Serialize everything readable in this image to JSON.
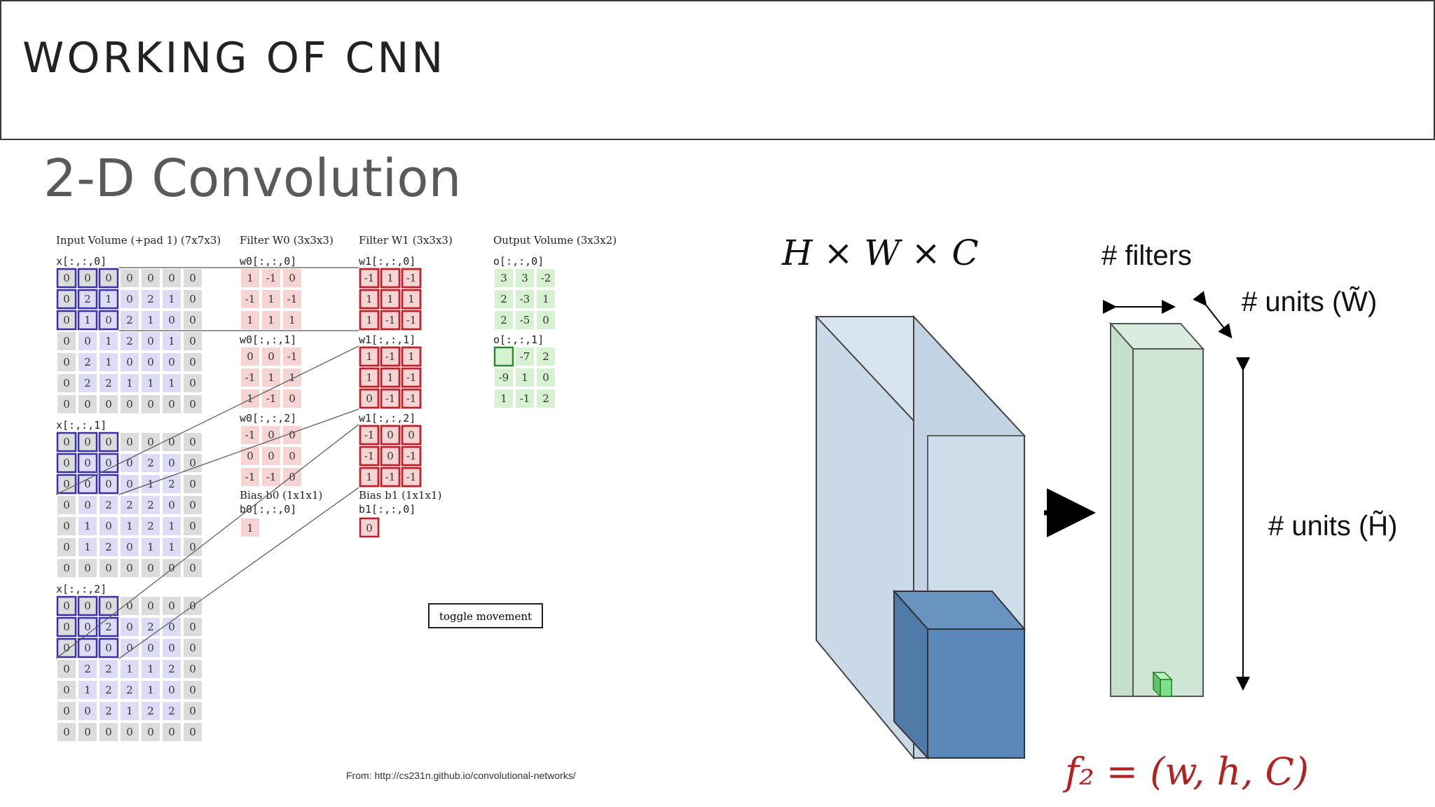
{
  "slide": {
    "title": "WORKING OF CNN",
    "subtitle": "2-D Convolution"
  },
  "demo": {
    "input_label": "Input Volume (+pad 1) (7x7x3)",
    "input_slices": [
      {
        "label": "x[:,:,0]",
        "rows": [
          [
            0,
            0,
            0,
            0,
            0,
            0,
            0
          ],
          [
            0,
            2,
            1,
            0,
            2,
            1,
            0
          ],
          [
            0,
            1,
            0,
            2,
            1,
            0,
            0
          ],
          [
            0,
            0,
            1,
            2,
            0,
            1,
            0
          ],
          [
            0,
            2,
            1,
            0,
            0,
            0,
            0
          ],
          [
            0,
            2,
            2,
            1,
            1,
            1,
            0
          ],
          [
            0,
            0,
            0,
            0,
            0,
            0,
            0
          ]
        ]
      },
      {
        "label": "x[:,:,1]",
        "rows": [
          [
            0,
            0,
            0,
            0,
            0,
            0,
            0
          ],
          [
            0,
            0,
            0,
            0,
            2,
            0,
            0
          ],
          [
            0,
            0,
            0,
            0,
            1,
            2,
            0
          ],
          [
            0,
            0,
            2,
            2,
            2,
            0,
            0
          ],
          [
            0,
            1,
            0,
            1,
            2,
            1,
            0
          ],
          [
            0,
            1,
            2,
            0,
            1,
            1,
            0
          ],
          [
            0,
            0,
            0,
            0,
            0,
            0,
            0
          ]
        ]
      },
      {
        "label": "x[:,:,2]",
        "rows": [
          [
            0,
            0,
            0,
            0,
            0,
            0,
            0
          ],
          [
            0,
            0,
            2,
            0,
            2,
            0,
            0
          ],
          [
            0,
            0,
            0,
            0,
            0,
            0,
            0
          ],
          [
            0,
            2,
            2,
            1,
            1,
            2,
            0
          ],
          [
            0,
            1,
            2,
            2,
            1,
            0,
            0
          ],
          [
            0,
            0,
            2,
            1,
            2,
            2,
            0
          ],
          [
            0,
            0,
            0,
            0,
            0,
            0,
            0
          ]
        ]
      }
    ],
    "filter_w0_label": "Filter W0 (3x3x3)",
    "filter_w0": [
      {
        "label": "w0[:,:,0]",
        "rows": [
          [
            1,
            -1,
            0
          ],
          [
            -1,
            1,
            -1
          ],
          [
            1,
            1,
            1
          ]
        ]
      },
      {
        "label": "w0[:,:,1]",
        "rows": [
          [
            0,
            0,
            -1
          ],
          [
            -1,
            1,
            1
          ],
          [
            1,
            -1,
            0
          ]
        ]
      },
      {
        "label": "w0[:,:,2]",
        "rows": [
          [
            -1,
            0,
            0
          ],
          [
            0,
            0,
            0
          ],
          [
            -1,
            -1,
            0
          ]
        ]
      }
    ],
    "filter_w1_label": "Filter W1 (3x3x3)",
    "filter_w1": [
      {
        "label": "w1[:,:,0]",
        "rows": [
          [
            -1,
            1,
            -1
          ],
          [
            1,
            1,
            1
          ],
          [
            1,
            -1,
            -1
          ]
        ]
      },
      {
        "label": "w1[:,:,1]",
        "rows": [
          [
            1,
            -1,
            1
          ],
          [
            1,
            1,
            -1
          ],
          [
            0,
            -1,
            -1
          ]
        ]
      },
      {
        "label": "w1[:,:,2]",
        "rows": [
          [
            -1,
            0,
            0
          ],
          [
            -1,
            0,
            -1
          ],
          [
            1,
            -1,
            -1
          ]
        ]
      }
    ],
    "bias_b0_label": "Bias b0 (1x1x1)",
    "bias_b0_slice": "b0[:,:,0]",
    "bias_b0_value": "1",
    "bias_b1_label": "Bias b1 (1x1x1)",
    "bias_b1_slice": "b1[:,:,0]",
    "bias_b1_value": "0",
    "output_label": "Output Volume (3x3x2)",
    "output_slices": [
      {
        "label": "o[:,:,0]",
        "rows": [
          [
            3,
            3,
            -2
          ],
          [
            2,
            -3,
            1
          ],
          [
            2,
            -5,
            0
          ]
        ]
      },
      {
        "label": "o[:,:,1]",
        "rows": [
          [
            "",
            -7,
            2
          ],
          [
            -9,
            1,
            0
          ],
          [
            1,
            -1,
            2
          ]
        ]
      }
    ],
    "toggle_label": "toggle movement",
    "source_note": "From: http://cs231n.github.io/convolutional-networks/",
    "colors": {
      "input_fill": "#dedbf7",
      "input_pad": "#dcdcdc",
      "input_stroke": "#3a2fb0",
      "filter_fill": "#f6d4d4",
      "filter_stroke": "#c0202a",
      "output_fill": "#d6f2d0",
      "output_stroke": "#2d8a2d"
    }
  },
  "volume_diagram": {
    "input_dims": "H × W × C",
    "filters_label": "# filters",
    "units_w_label": "# units (W̃)",
    "units_h_label": "# units (H̃)",
    "formula": "f₂ = (w, h, C)",
    "colors": {
      "input_face": "#c9d9e8",
      "input_side": "#b6c9dc",
      "kernel": "#5a88b8",
      "output_face": "#cfe5d4",
      "output_cell": "#7fe08a",
      "formula": "#b22222"
    }
  }
}
